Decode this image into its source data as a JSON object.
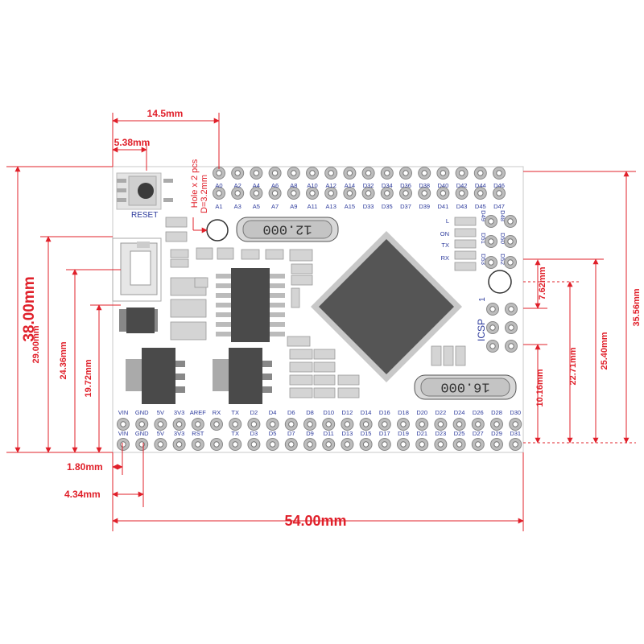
{
  "board": {
    "reset_label": "RESET",
    "icsp_label": "ICSP",
    "icsp_pin1": "1",
    "hole_note_line1": "Hole x 2 pcs",
    "hole_note_line2": "D=3.2mm",
    "crystal_top": "12.000",
    "crystal_bottom": "16.000",
    "leds": [
      "L",
      "ON",
      "TX",
      "RX"
    ],
    "side_labels": [
      "D49",
      "D51",
      "D53"
    ],
    "side_pins_right": [
      "D48",
      "D50",
      "D52"
    ]
  },
  "headers": {
    "top_row1": [
      "A0",
      "A2",
      "A4",
      "A6",
      "A8",
      "A10",
      "A12",
      "A14",
      "D32",
      "D34",
      "D36",
      "D38",
      "D40",
      "D42",
      "D44",
      "D46"
    ],
    "top_row2": [
      "A1",
      "A3",
      "A5",
      "A7",
      "A9",
      "A11",
      "A13",
      "A15",
      "D33",
      "D35",
      "D37",
      "D39",
      "D41",
      "D43",
      "D45",
      "D47"
    ],
    "bottom_row1": [
      "VIN",
      "GND",
      "5V",
      "3V3",
      "AREF",
      "RX",
      "TX",
      "D2",
      "D4",
      "D6",
      "D8",
      "D10",
      "D12",
      "D14",
      "D16",
      "D18",
      "D20",
      "D22",
      "D24",
      "D26",
      "D28",
      "D30"
    ],
    "bottom_row2": [
      "VIN",
      "GND",
      "5V",
      "3V3",
      "RST",
      "TX",
      "D3",
      "D5",
      "D7",
      "D9",
      "D11",
      "D13",
      "D15",
      "D17",
      "D19",
      "D21",
      "D23",
      "D25",
      "D27",
      "D29",
      "D31"
    ]
  },
  "dimensions": {
    "width_total": "54.00mm",
    "height_total": "38.00mm",
    "hole_x": "14.5mm",
    "reset_x": "5.38mm",
    "h29": "29.00mm",
    "h2436": "24.36mm",
    "h1972": "19.72mm",
    "x180": "1.80mm",
    "x434": "4.34mm",
    "r3556": "35.56mm",
    "r2540": "25.40mm",
    "r2271": "22.71mm",
    "r1016": "10.16mm",
    "r762": "7.62mm"
  }
}
